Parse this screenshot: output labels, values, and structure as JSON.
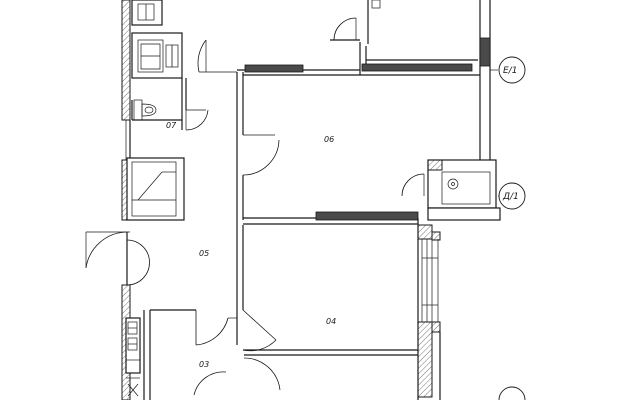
{
  "rooms": [
    {
      "id": "room-06",
      "label": "06"
    },
    {
      "id": "room-07",
      "label": "07"
    },
    {
      "id": "room-05",
      "label": "05"
    },
    {
      "id": "room-04",
      "label": "04"
    },
    {
      "id": "room-03",
      "label": "03"
    }
  ],
  "axes": [
    {
      "id": "axis-e1",
      "label": "Е/1"
    },
    {
      "id": "axis-d1",
      "label": "Д/1"
    }
  ]
}
